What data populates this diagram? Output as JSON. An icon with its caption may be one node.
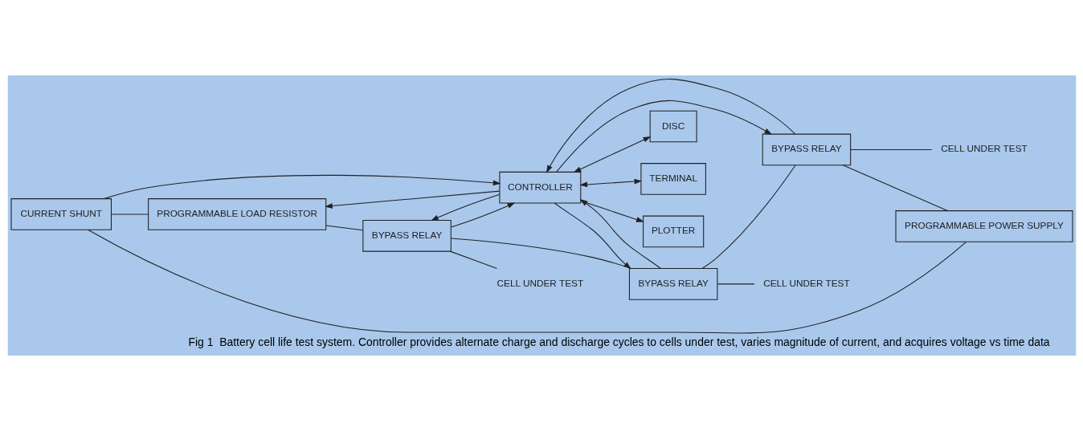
{
  "diagram": {
    "caption": "Fig 1  Battery cell life test system. Controller provides alternate charge and discharge cycles to cells under test, varies magnitude of current, and acquires voltage vs time data",
    "nodes": [
      {
        "text": [
          "CURRENT SHUNT"
        ]
      },
      {
        "text": [
          "PROGRAMMABLE LOAD RESISTOR"
        ]
      },
      {
        "text": [
          "PROGRAMMABLE POWER SUPPLY"
        ]
      },
      {
        "text": [
          "CONTROLLER"
        ]
      },
      {
        "text": [
          "BYPASS RELAY"
        ]
      },
      {
        "text": [
          "CELL UNDER TEST"
        ]
      },
      {
        "text": [
          "BYPASS RELAY"
        ]
      },
      {
        "text": [
          "CELL UNDER TEST"
        ]
      },
      {
        "text": [
          "DISC"
        ]
      },
      {
        "text": [
          "TERMINAL"
        ]
      },
      {
        "text": [
          "PLOTTER"
        ]
      },
      {
        "text": [
          "BYPASS RELAY"
        ]
      },
      {
        "text": [
          "CELL UNDER TEST"
        ]
      }
    ],
    "edges": [
      {
        "from": 2,
        "to": 0,
        "arrow": "none"
      },
      {
        "from": 0,
        "to": 1,
        "arrow": "none"
      },
      {
        "from": 0,
        "to": 3,
        "arrow": "to"
      },
      {
        "from": 3,
        "to": 1,
        "arrow": "to"
      },
      {
        "from": 1,
        "to": 4,
        "arrow": "none"
      },
      {
        "from": 4,
        "to": 5,
        "arrow": "none"
      },
      {
        "from": 4,
        "to": 6,
        "arrow": "none"
      },
      {
        "from": 6,
        "to": 7,
        "arrow": "none"
      },
      {
        "from": 4,
        "to": 3,
        "arrow": "to"
      },
      {
        "from": 6,
        "to": 3,
        "arrow": "to"
      },
      {
        "from": 3,
        "to": 4,
        "arrow": "to"
      },
      {
        "from": 3,
        "to": 6,
        "arrow": "to"
      },
      {
        "from": 3,
        "to": 8,
        "arrow": "both"
      },
      {
        "from": 3,
        "to": 9,
        "arrow": "both"
      },
      {
        "from": 3,
        "to": 10,
        "arrow": "to"
      },
      {
        "from": 6,
        "to": 11,
        "arrow": "none"
      },
      {
        "from": 11,
        "to": 12,
        "arrow": "none"
      },
      {
        "from": 11,
        "to": 3,
        "arrow": "to"
      },
      {
        "from": 3,
        "to": 11,
        "arrow": "to"
      },
      {
        "from": 11,
        "to": 2,
        "arrow": "none"
      }
    ]
  }
}
